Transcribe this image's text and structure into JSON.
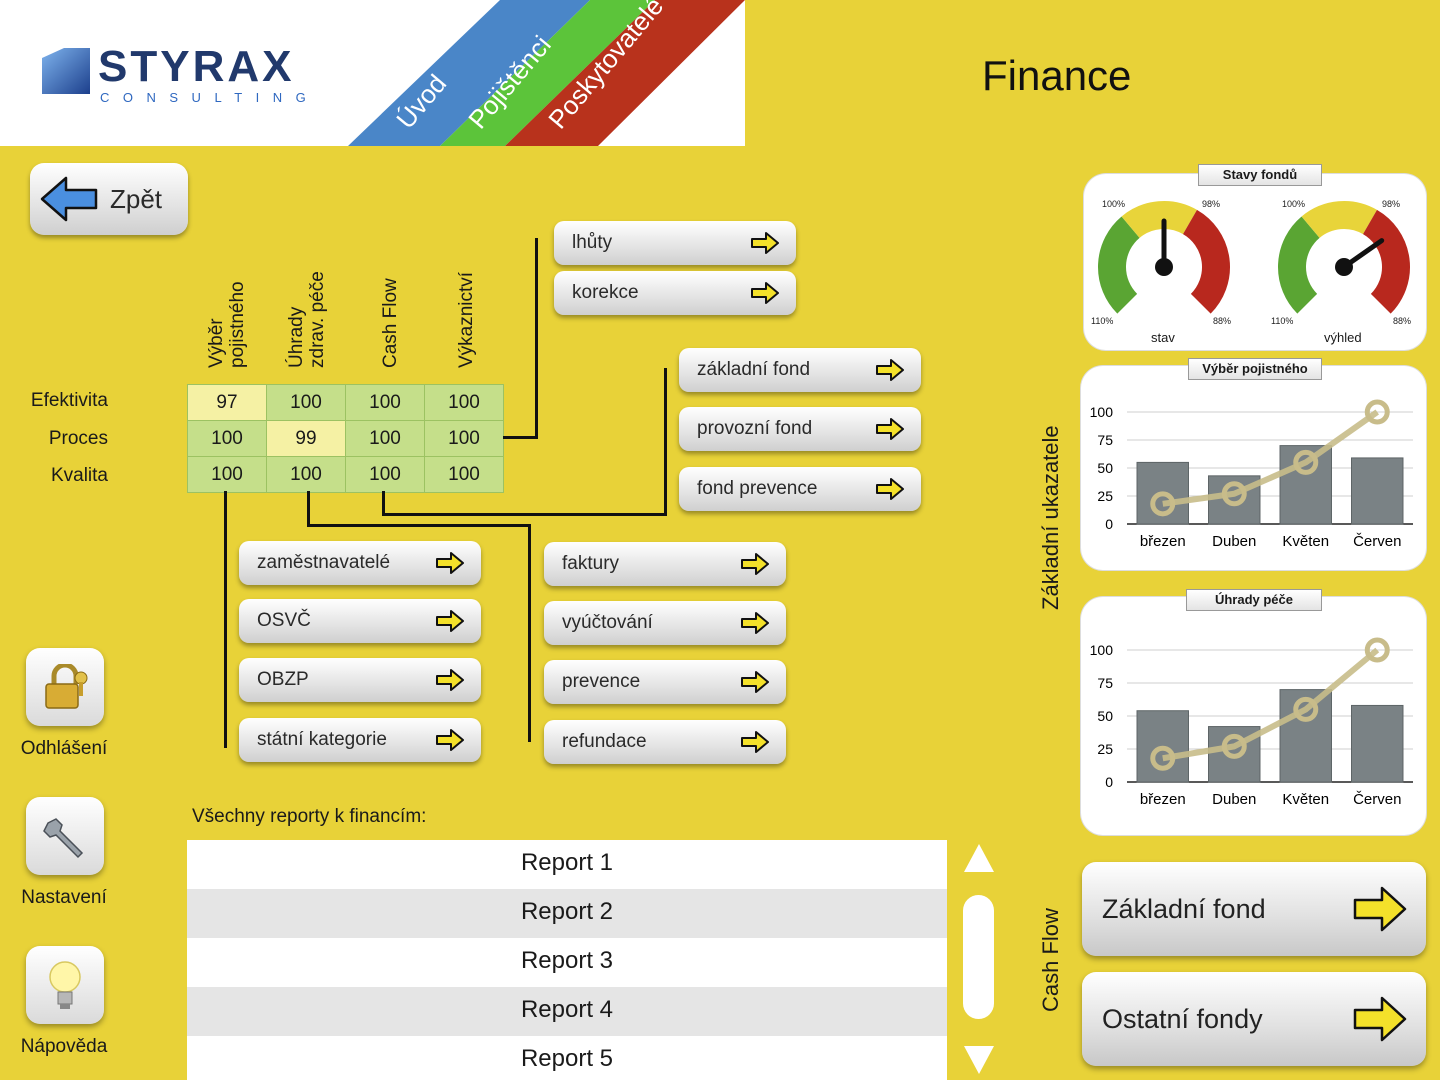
{
  "brand": {
    "name": "STYRAX",
    "sub": "CONSULTING"
  },
  "nav_tabs": [
    {
      "label": "Úvod",
      "color": "#4a86c8"
    },
    {
      "label": "Pojištěnci",
      "color": "#5cc43a"
    },
    {
      "label": "Poskytovatelé",
      "color": "#b8321c"
    }
  ],
  "page_title": "Finance",
  "back_label": "Zpět",
  "sidebar": [
    {
      "label": "Odhlášení",
      "icon": "lock-icon"
    },
    {
      "label": "Nastavení",
      "icon": "wrench-icon"
    },
    {
      "label": "Nápověda",
      "icon": "lightbulb-icon"
    }
  ],
  "matrix": {
    "columns": [
      "Výběr pojistného",
      "Úhrady zdrav. péče",
      "Cash Flow",
      "Výkaznictví"
    ],
    "rows": [
      "Efektivita",
      "Proces",
      "Kvalita"
    ],
    "values": [
      [
        "97",
        "100",
        "100",
        "100"
      ],
      [
        "100",
        "99",
        "100",
        "100"
      ],
      [
        "100",
        "100",
        "100",
        "100"
      ]
    ]
  },
  "buttons": {
    "lhuty": "lhůty",
    "korekce": "korekce",
    "zakladni_fond": "základní fond",
    "provozni_fond": "provozní fond",
    "fond_prevence": "fond prevence",
    "zamestnavatele": "zaměstnavatelé",
    "osvc": "OSVČ",
    "obzp": "OBZP",
    "statni_kategorie": "státní kategorie",
    "faktury": "faktury",
    "vyuctovani": "vyúčtování",
    "prevence": "prevence",
    "refundace": "refundace"
  },
  "reports": {
    "label": "Všechny reporty k financím:",
    "items": [
      "Report 1",
      "Report 2",
      "Report 3",
      "Report 4",
      "Report 5"
    ]
  },
  "gauges": {
    "title": "Stavy fondů",
    "items": [
      {
        "caption": "stav",
        "top_left": "100%",
        "top_right": "98%",
        "bottom_left": "110%",
        "bottom_right": "88%",
        "needle_deg": 0
      },
      {
        "caption": "výhled",
        "top_left": "100%",
        "top_right": "98%",
        "bottom_left": "110%",
        "bottom_right": "88%",
        "needle_deg": 55
      }
    ]
  },
  "side_labels": {
    "zakladni": "Základní ukazatele",
    "cashflow": "Cash Flow"
  },
  "chart_data": [
    {
      "type": "bar",
      "title": "Výběr pojistného",
      "categories": [
        "březen",
        "Duben",
        "Květen",
        "Červen"
      ],
      "series": [
        {
          "type": "bar",
          "values": [
            55,
            43,
            70,
            59
          ]
        },
        {
          "type": "line",
          "values": [
            18,
            27,
            55,
            100
          ]
        }
      ],
      "ylim": [
        0,
        100
      ],
      "yticks": [
        "0",
        "25",
        "50",
        "75",
        "100"
      ]
    },
    {
      "type": "bar",
      "title": "Úhrady péče",
      "categories": [
        "březen",
        "Duben",
        "Květen",
        "Červen"
      ],
      "series": [
        {
          "type": "bar",
          "values": [
            54,
            42,
            70,
            58
          ]
        },
        {
          "type": "line",
          "values": [
            18,
            27,
            55,
            100
          ]
        }
      ],
      "ylim": [
        0,
        100
      ],
      "yticks": [
        "0",
        "25",
        "50",
        "75",
        "100"
      ]
    }
  ],
  "cashflow_buttons": [
    "Základní fond",
    "Ostatní fondy"
  ]
}
